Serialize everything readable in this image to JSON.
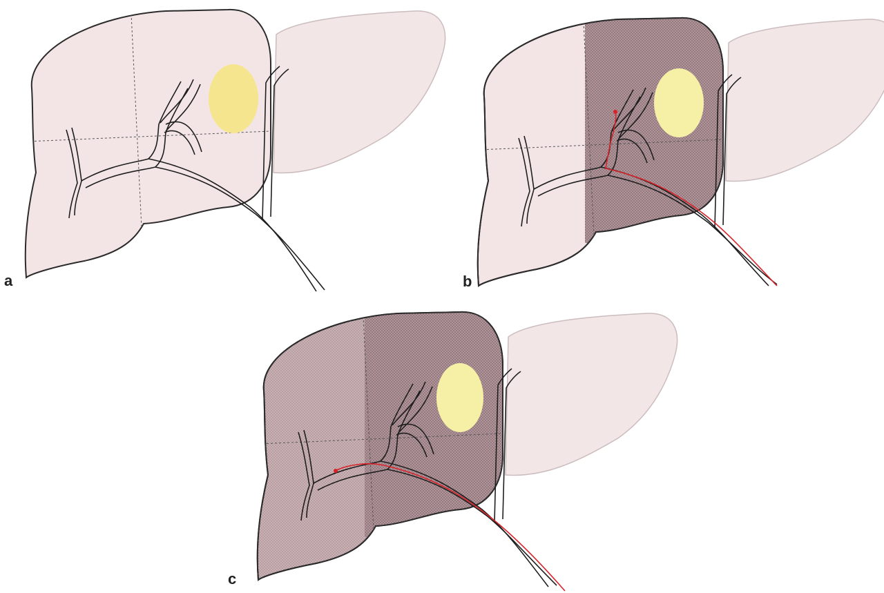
{
  "colors": {
    "liver_fill": "#f3e5e6",
    "liver_edge": "#2b2b2b",
    "tumor": "#f6e58f",
    "tumor_c": "#f6f0a6",
    "embolized_dark": "#a98a8e",
    "embolized_light": "#bfa3a7",
    "catheter": "#d8232a",
    "vessel": "#1e1e1e",
    "segment_line": "#555555"
  },
  "panels": [
    {
      "label": "a",
      "embolized": "none"
    },
    {
      "label": "b",
      "embolized": "right-anterior-section"
    },
    {
      "label": "c",
      "embolized": "right-lobe"
    }
  ]
}
